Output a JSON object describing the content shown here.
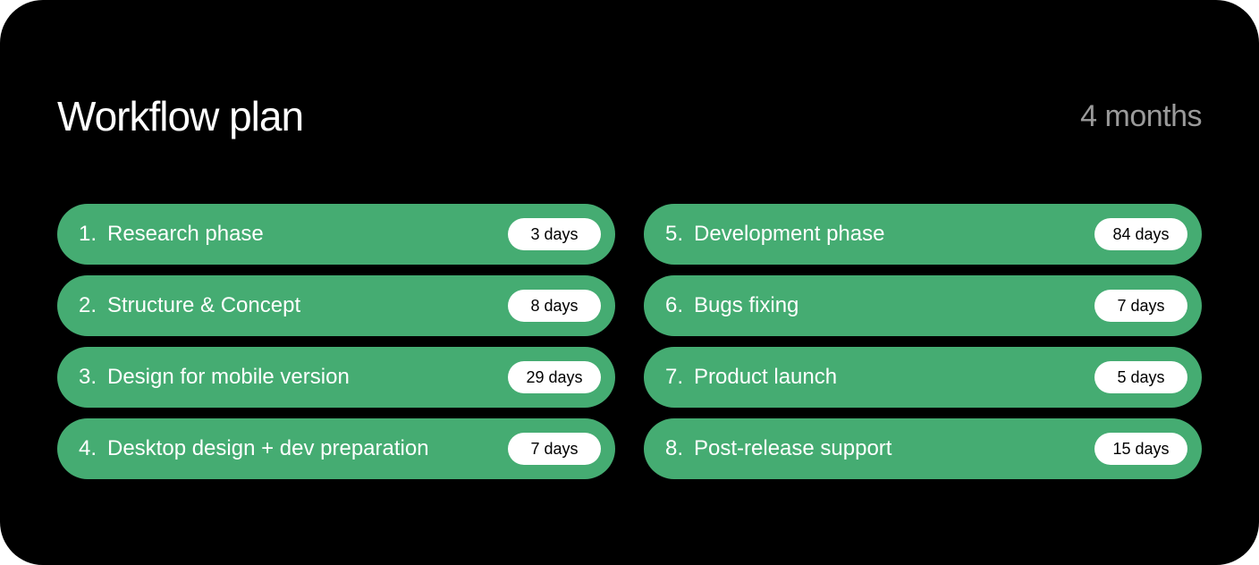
{
  "header": {
    "title": "Workflow plan",
    "duration": "4 months"
  },
  "columns": [
    {
      "steps": [
        {
          "number": "1.",
          "label": "Research phase",
          "days": "3 days"
        },
        {
          "number": "2.",
          "label": "Structure & Concept",
          "days": "8 days"
        },
        {
          "number": "3.",
          "label": "Design for mobile version",
          "days": "29 days"
        },
        {
          "number": "4.",
          "label": "Desktop design + dev preparation",
          "days": "7 days"
        }
      ]
    },
    {
      "steps": [
        {
          "number": "5.",
          "label": "Development phase",
          "days": "84 days"
        },
        {
          "number": "6.",
          "label": "Bugs fixing",
          "days": "7 days"
        },
        {
          "number": "7.",
          "label": "Product launch",
          "days": "5 days"
        },
        {
          "number": "8.",
          "label": "Post-release support",
          "days": "15 days"
        }
      ]
    }
  ],
  "colors": {
    "background": "#000000",
    "step": "#45ac72",
    "pill": "#ffffff",
    "muted": "#9a9a9a"
  }
}
